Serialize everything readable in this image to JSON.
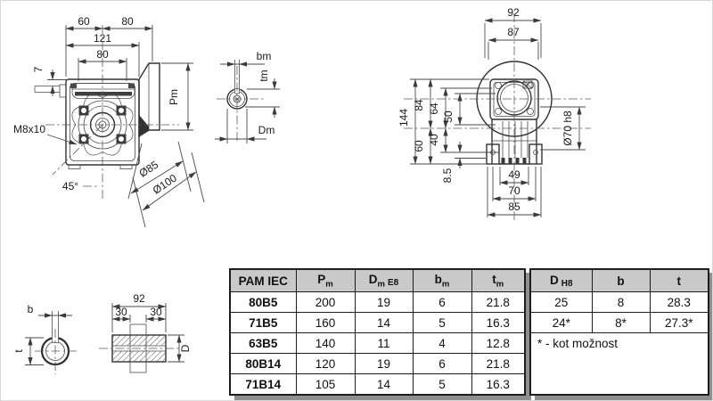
{
  "drawings": {
    "front_view": {
      "dim_top_left": "60",
      "dim_top_right": "80",
      "dim_width_total": "121",
      "dim_width_inner": "80",
      "dim_offset": "7",
      "thread": "M8x10",
      "angle": "45°",
      "dia_small": "Ø85",
      "dia_large": "Ø100",
      "dim_flange": "Pm"
    },
    "motor_shaft_section": {
      "width": "bm",
      "depth": "tm",
      "diameter": "Dm"
    },
    "side_view": {
      "dim_total_width": "92",
      "dim_body_width": "87",
      "dim_total_height": "144",
      "dim_84": "84",
      "dim_64": "64",
      "dim_50": "50",
      "dim_60": "60",
      "dim_40": "40",
      "dim_foot": "8.5",
      "dia_hub": "Ø70 h8",
      "dim_49": "49",
      "dim_70": "70",
      "dim_85": "85"
    },
    "output_bore_section": {
      "width": "b",
      "depth": "t"
    },
    "hollow_shaft_view": {
      "dim_length": "92",
      "dim_key_left": "30",
      "dim_key_right": "30",
      "diameter": "D"
    }
  },
  "tables": {
    "main": {
      "headers": [
        {
          "main": "PAM IEC",
          "sub": "",
          "suffix": ""
        },
        {
          "main": "P",
          "sub": "m",
          "suffix": ""
        },
        {
          "main": "D",
          "sub": "m",
          "suffix": "E8"
        },
        {
          "main": "b",
          "sub": "m",
          "suffix": ""
        },
        {
          "main": "t",
          "sub": "m",
          "suffix": ""
        }
      ],
      "rows": [
        [
          "80B5",
          "200",
          "19",
          "6",
          "21.8"
        ],
        [
          "71B5",
          "160",
          "14",
          "5",
          "16.3"
        ],
        [
          "63B5",
          "140",
          "11",
          "4",
          "12.8"
        ],
        [
          "80B14",
          "120",
          "19",
          "6",
          "21.8"
        ],
        [
          "71B14",
          "105",
          "14",
          "5",
          "16.3"
        ]
      ]
    },
    "options": {
      "headers": [
        {
          "main": "D",
          "sub": "",
          "suffix": "H8"
        },
        {
          "main": "b",
          "sub": "",
          "suffix": ""
        },
        {
          "main": "t",
          "sub": "",
          "suffix": ""
        }
      ],
      "rows": [
        [
          "25",
          "8",
          "28.3"
        ],
        [
          "24*",
          "8*",
          "27.3*"
        ]
      ],
      "note": "* - kot možnost"
    }
  }
}
